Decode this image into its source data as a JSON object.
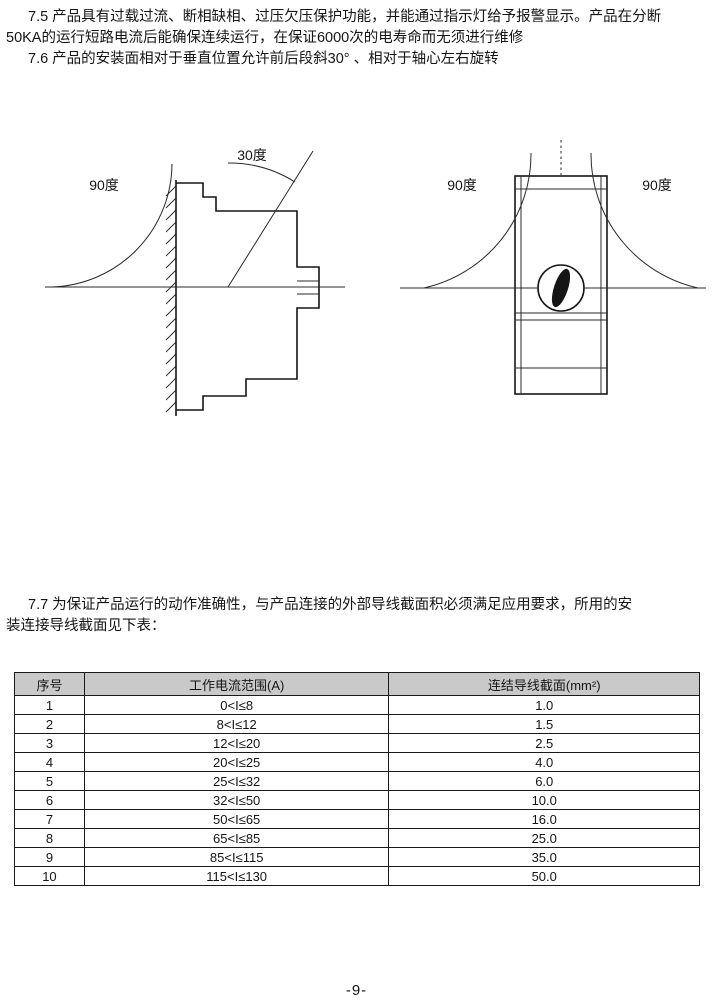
{
  "document": {
    "para_7_5": [
      "7.5 产品具有过载过流、断相缺相、过压欠压保护功能，并能通过指示灯给予报警显示。产品在分断",
      "50KA的运行短路电流后能确保连续运行，在保证6000次的电寿命而无须进行维修"
    ],
    "para_7_6": "7.6 产品的安装面相对于垂直位置允许前后段斜30° 、相对于轴心左右旋转",
    "para_7_7": [
      "7.7 为保证产品运行的动作准确性，与产品连接的外部导线截面积必须满足应用要求，所用的安",
      "装连接导线截面见下表："
    ],
    "page_number": "-9-"
  },
  "diagrams": {
    "side_view": {
      "label_90": "90度",
      "label_30": "30度"
    },
    "front_view": {
      "label_90_left": "90度",
      "label_90_right": "90度"
    }
  },
  "table": {
    "headers": [
      "序号",
      "工作电流范围(A)",
      "连结导线截面(mm²)"
    ],
    "rows": [
      [
        "1",
        "0<I≤8",
        "1.0"
      ],
      [
        "2",
        "8<I≤12",
        "1.5"
      ],
      [
        "3",
        "12<I≤20",
        "2.5"
      ],
      [
        "4",
        "20<I≤25",
        "4.0"
      ],
      [
        "5",
        "25<I≤32",
        "6.0"
      ],
      [
        "6",
        "32<I≤50",
        "10.0"
      ],
      [
        "7",
        "50<I≤65",
        "16.0"
      ],
      [
        "8",
        "65<I≤85",
        "25.0"
      ],
      [
        "9",
        "85<I≤115",
        "35.0"
      ],
      [
        "10",
        "115<I≤130",
        "50.0"
      ]
    ]
  }
}
